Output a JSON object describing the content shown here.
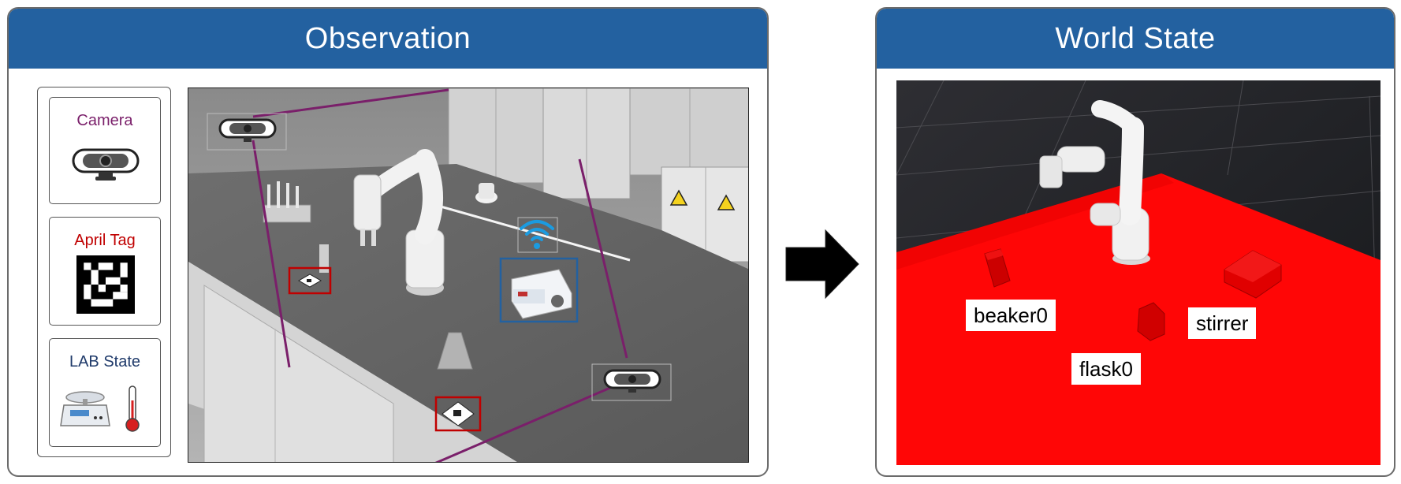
{
  "panels": {
    "observation": {
      "title": "Observation",
      "legend": {
        "camera": {
          "label": "Camera",
          "icon": "webcam-icon",
          "color": "#7a1f6a"
        },
        "april_tag": {
          "label": "April Tag",
          "icon": "april-tag-icon",
          "color": "#c00000"
        },
        "lab_state": {
          "label": "LAB State",
          "icons": [
            "scale-icon",
            "thermometer-icon"
          ],
          "color": "#1f3a6a"
        }
      },
      "scene": {
        "elements": [
          "robot-arm",
          "lab-bench",
          "test-tube-rack",
          "beaker",
          "flask",
          "magnetic-stirrer",
          "wifi-icon",
          "camera-top-left",
          "camera-bottom-right",
          "april-tag-1",
          "april-tag-2"
        ],
        "camera_link_color": "#7a1f6a",
        "stirrer_box_color": "#2361a0",
        "tag_box_color": "#c00000"
      }
    },
    "world_state": {
      "title": "World State",
      "objects": [
        {
          "label": "beaker0"
        },
        {
          "label": "flask0"
        },
        {
          "label": "stirrer"
        }
      ],
      "table_color": "#ff0000"
    }
  },
  "colors": {
    "header": "#2361a0",
    "arrow": "#000000"
  }
}
